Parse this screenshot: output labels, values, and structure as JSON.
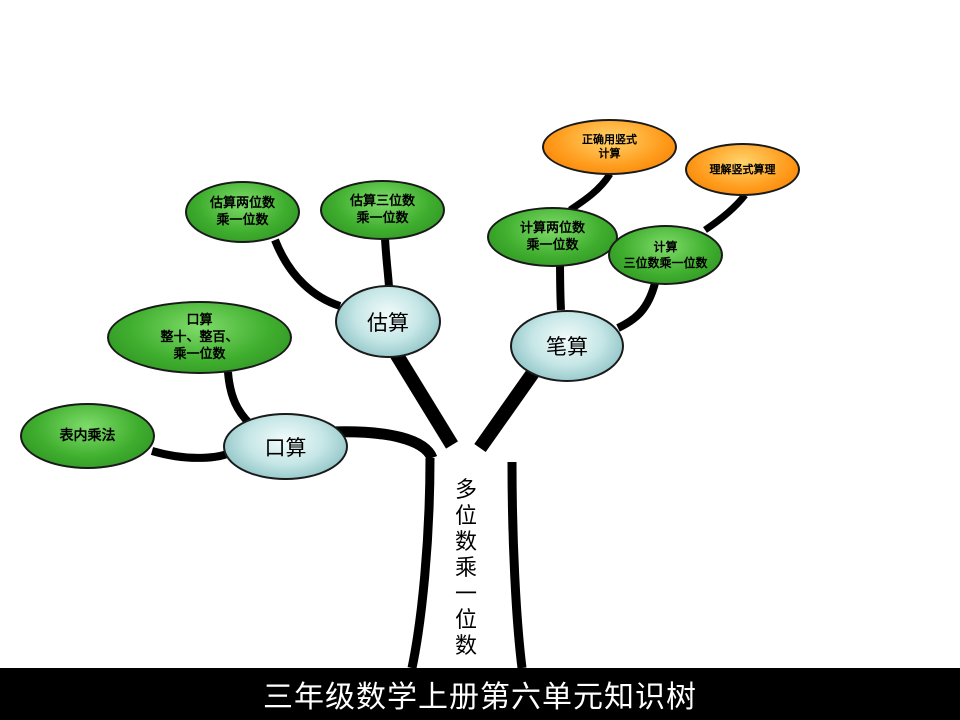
{
  "trunk": {
    "label": "多位数乘一位数"
  },
  "branches": {
    "oral": {
      "label": "口算",
      "leaves": {
        "table_mult": "表内乘法",
        "tens_hundreds": "口算\n整十、整百、\n乘一位数"
      }
    },
    "estimate": {
      "label": "估算",
      "leaves": {
        "two_digit": "估算两位数\n乘一位数",
        "three_digit": "估算三位数\n乘一位数"
      }
    },
    "written": {
      "label": "笔算",
      "leaves": {
        "two_digit": "计算两位数\n乘一位数",
        "three_digit": "计算\n三位数乘一位数"
      },
      "fruits": {
        "correct_use": "正确用竖式\n计算",
        "understand": "理解竖式算理"
      }
    }
  },
  "footer": {
    "title": "三年级数学上册第六单元知识树"
  },
  "colors": {
    "leaf_green": "#3fae2e",
    "branch_teal": "#c6e6e6",
    "fruit_orange": "#ff9a1a",
    "footer_bg": "#000000",
    "footer_text": "#ffffff"
  }
}
